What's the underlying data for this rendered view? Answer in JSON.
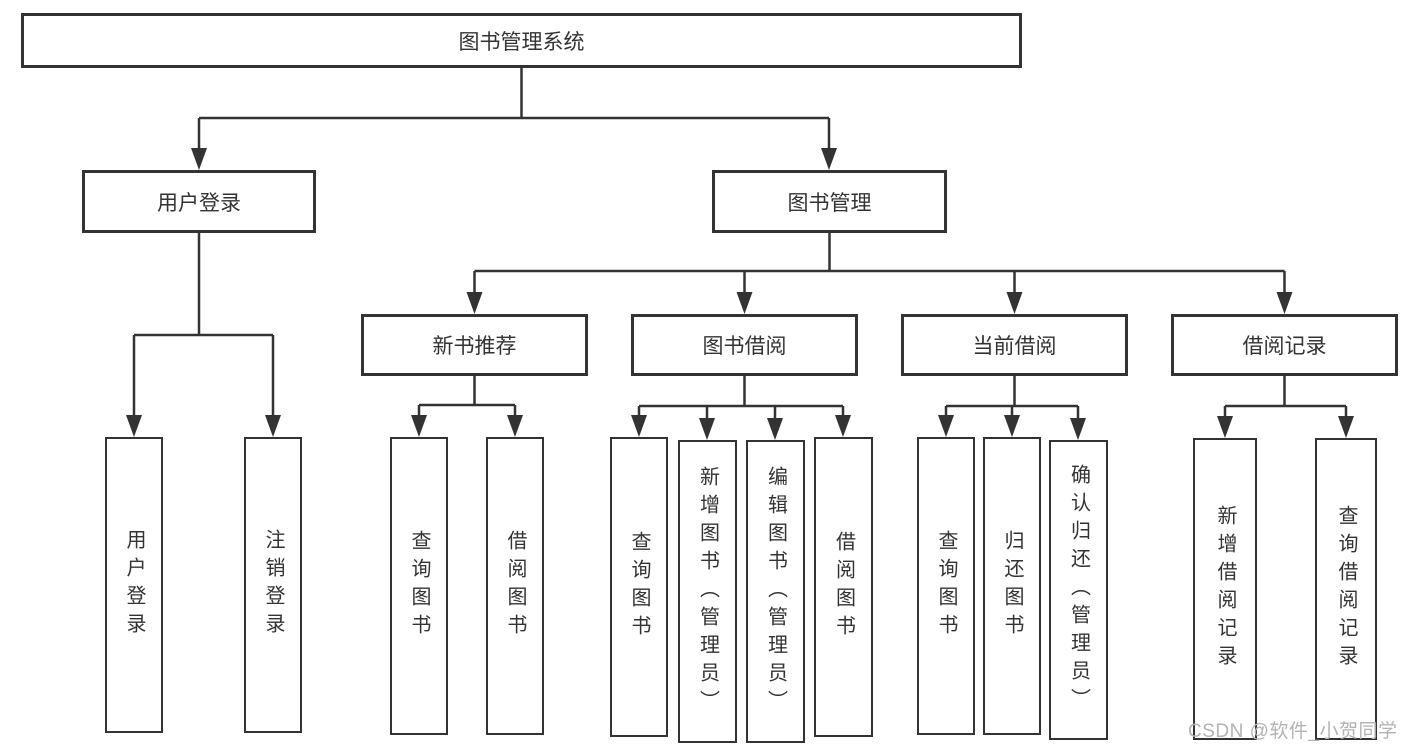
{
  "diagram": {
    "root_label": "图书管理系统",
    "children": [
      {
        "label": "用户登录",
        "children": [
          {
            "label": "用户登录"
          },
          {
            "label": "注销登录"
          }
        ]
      },
      {
        "label": "图书管理",
        "children": [
          {
            "label": "新书推荐",
            "children": [
              {
                "label": "查询图书"
              },
              {
                "label": "借阅图书"
              }
            ]
          },
          {
            "label": "图书借阅",
            "children": [
              {
                "label": "查询图书"
              },
              {
                "label": "新增图书（管理员）"
              },
              {
                "label": "编辑图书（管理员）"
              },
              {
                "label": "借阅图书"
              }
            ]
          },
          {
            "label": "当前借阅",
            "children": [
              {
                "label": "查询图书"
              },
              {
                "label": "归还图书"
              },
              {
                "label": "确认归还（管理员）"
              }
            ]
          },
          {
            "label": "借阅记录",
            "children": [
              {
                "label": "新增借阅记录"
              },
              {
                "label": "查询借阅记录"
              }
            ]
          }
        ]
      }
    ]
  },
  "watermark": {
    "text": "CSDN @软件_小贺同学"
  },
  "colors": {
    "line": "#333333",
    "text": "#333333",
    "watermark": "#b3b3b3",
    "background": "#ffffff"
  }
}
